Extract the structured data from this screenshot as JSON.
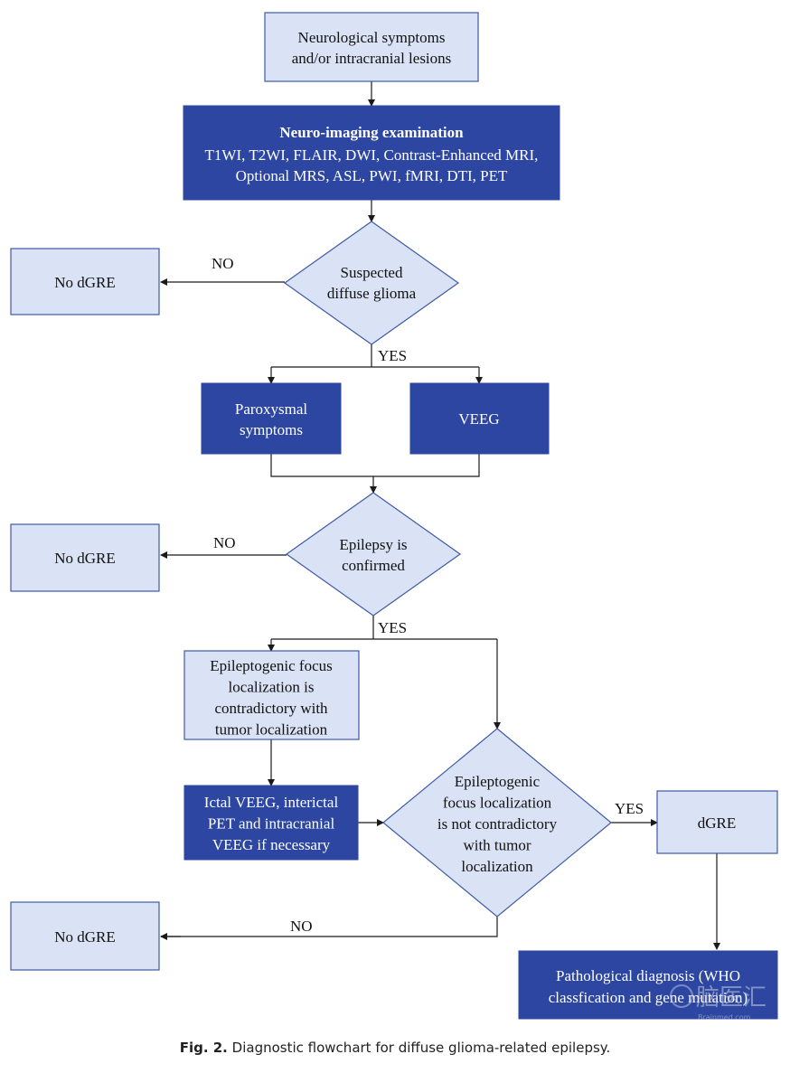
{
  "nodes": {
    "symptoms": [
      "Neurological symptoms",
      "and/or intracranial lesions"
    ],
    "imaging_title": "Neuro-imaging examination",
    "imaging": [
      "T1WI, T2WI, FLAIR, DWI, Contrast-Enhanced MRI,",
      "Optional MRS, ASL, PWI,  fMRI, DTI, PET"
    ],
    "suspected": [
      "Suspected",
      "diffuse glioma"
    ],
    "no_dgre_1": [
      "No dGRE"
    ],
    "paroxysmal": [
      "Paroxysmal",
      "symptoms"
    ],
    "veeg": [
      "VEEG"
    ],
    "epilepsy_confirmed": [
      "Epilepsy is",
      "confirmed"
    ],
    "no_dgre_2": [
      "No dGRE"
    ],
    "contradictory": [
      "Epileptogenic focus",
      "localization is",
      "contradictory with",
      "tumor localization"
    ],
    "ictal": [
      "Ictal VEEG, interictal",
      "PET and intracranial",
      "VEEG if necessary"
    ],
    "not_contradictory": [
      "Epileptogenic",
      "focus localization",
      "is not contradictory",
      "with tumor",
      "localization"
    ],
    "dgre": [
      "dGRE"
    ],
    "no_dgre_3": [
      "No dGRE"
    ],
    "pathological": [
      "Pathological diagnosis (WHO",
      "classfication and gene mutation)"
    ]
  },
  "edge_labels": {
    "no_1": "NO",
    "yes_1": "YES",
    "no_2": "NO",
    "yes_2": "YES",
    "yes_3": "YES",
    "no_3": "NO"
  },
  "caption": {
    "label": "Fig. 2.",
    "text": "Diagnostic flowchart for diffuse glioma-related epilepsy."
  },
  "watermark": {
    "text": "脑医汇",
    "sub": "Brainmed.com"
  }
}
